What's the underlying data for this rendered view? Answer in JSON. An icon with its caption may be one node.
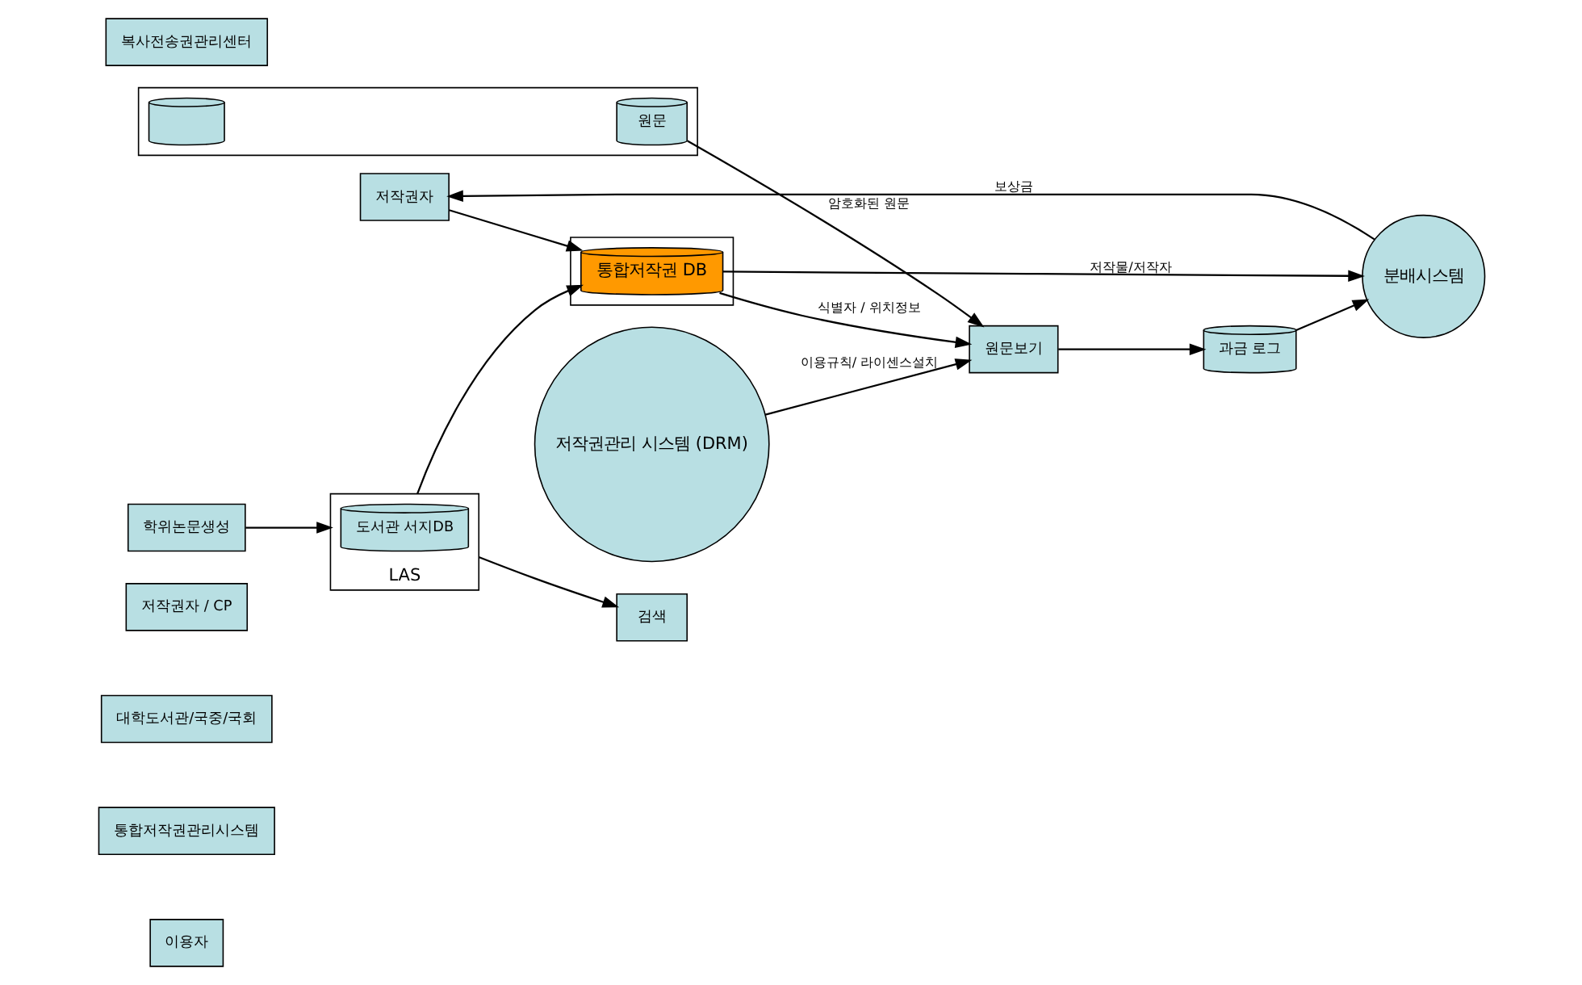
{
  "diagram": {
    "nodes": [
      {
        "text": [
          "저작권자 / CP"
        ]
      },
      {
        "text": [
          "대학도서관/국중/국회"
        ]
      },
      {
        "text": [
          "통합저작권관리시스템"
        ]
      },
      {
        "text": [
          "이용자"
        ]
      },
      {
        "text": [
          "저작권자"
        ]
      },
      {
        "text": [
          "학위논문생성"
        ]
      },
      {
        "text": [],
        "shape": "box",
        "beside": [
          "LAS"
        ]
      },
      {
        "text": [
          "도서관 서지DB"
        ],
        "in": 6
      },
      {
        "text": [],
        "shape": "box"
      },
      {
        "text": [
          "통합저작권 DB"
        ],
        "in": 8
      },
      {
        "text": [
          "검색"
        ]
      },
      {
        "text": [],
        "shape": "box"
      },
      {
        "text": [],
        "shape": "cylinder",
        "in": 11
      },
      {
        "text": [
          "원문"
        ],
        "in": 11
      },
      {
        "text": [
          "원문보기"
        ]
      },
      {
        "text": [
          "저작권관리 시스템 (DRM)"
        ]
      },
      {
        "text": [
          "복사전송권관리센터"
        ]
      },
      {
        "text": [
          "분배시스템"
        ]
      },
      {
        "text": [
          "과금 로그"
        ]
      }
    ],
    "edges": [
      {
        "from": 4,
        "to": 9,
        "arrow": "to"
      },
      {
        "from": 5,
        "to": 6,
        "arrow": "to"
      },
      {
        "from": 6,
        "to": 9,
        "arrow": "to"
      },
      {
        "from": 6,
        "to": 10,
        "arrow": "to"
      },
      {
        "from": 9,
        "to": 14,
        "label": "식별자 / 위치정보",
        "arrow": "to"
      },
      {
        "from": 9,
        "to": 17,
        "label": "저작물/저작자",
        "arrow": "to"
      },
      {
        "from": 13,
        "to": 14,
        "label": "암호화된 원문",
        "arrow": "to"
      },
      {
        "from": 15,
        "to": 14,
        "label": "이용규칙/ 라이센스설치",
        "arrow": "to"
      },
      {
        "from": 17,
        "to": 4,
        "label": "보상금",
        "arrow": "to"
      },
      {
        "from": 18,
        "to": 17,
        "arrow": "to"
      },
      {
        "from": 14,
        "to": 18,
        "arrow": "to"
      }
    ]
  }
}
